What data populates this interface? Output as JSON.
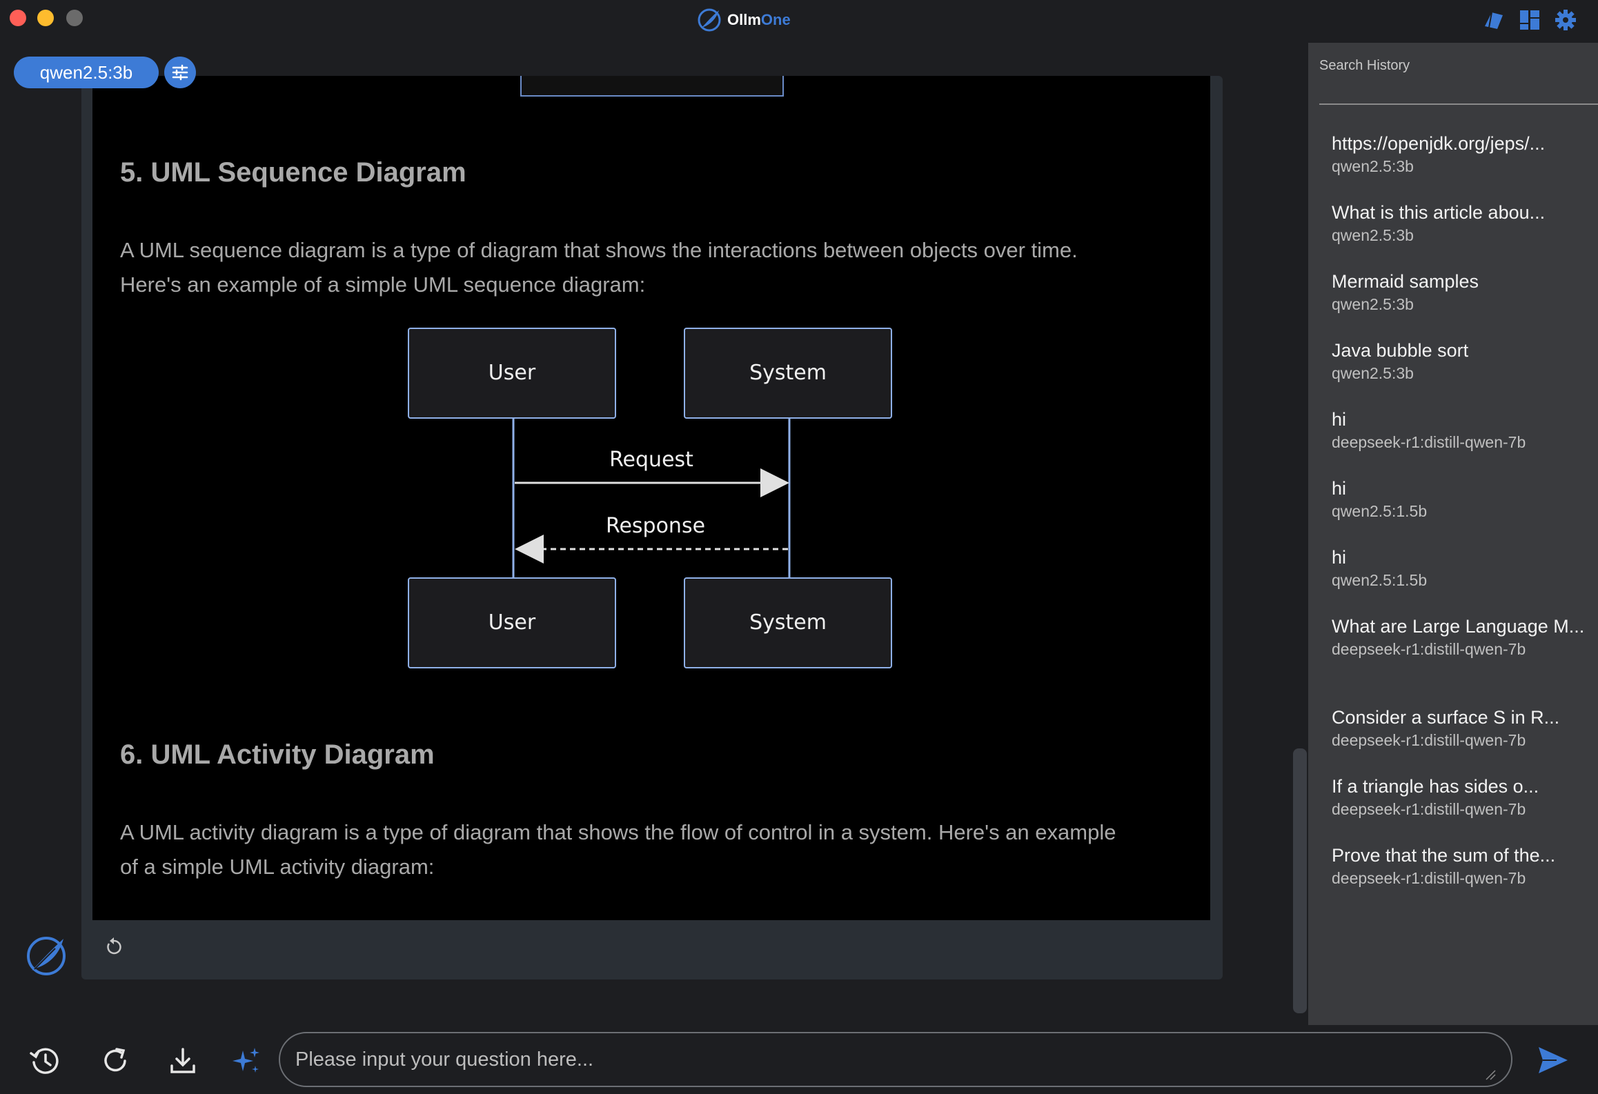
{
  "app": {
    "name_part1": "Ollm",
    "name_part2": "One"
  },
  "model_chip": {
    "label": "qwen2.5:3b"
  },
  "content": {
    "section5": {
      "heading": "5. UML Sequence Diagram",
      "line1": "A UML sequence diagram is a type of diagram that shows the interactions between objects over time.",
      "line2": "Here's an example of a simple UML sequence diagram:"
    },
    "diagram": {
      "top_left": "User",
      "top_right": "System",
      "bottom_left": "User",
      "bottom_right": "System",
      "request": "Request",
      "response": "Response"
    },
    "section6": {
      "heading": "6. UML Activity Diagram",
      "line1": "A UML activity diagram is a type of diagram that shows the flow of control in a system. Here's an example",
      "line2": "of a simple UML activity diagram:"
    }
  },
  "sidebar": {
    "search_label": "Search History",
    "items": [
      {
        "title": "https://openjdk.org/jeps/...",
        "model": "qwen2.5:3b"
      },
      {
        "title": "What is this article abou...",
        "model": "qwen2.5:3b"
      },
      {
        "title": "Mermaid samples",
        "model": "qwen2.5:3b"
      },
      {
        "title": "Java bubble sort",
        "model": "qwen2.5:3b"
      },
      {
        "title": "hi",
        "model": "deepseek-r1:distill-qwen-7b"
      },
      {
        "title": "hi",
        "model": "qwen2.5:1.5b"
      },
      {
        "title": "hi",
        "model": "qwen2.5:1.5b"
      },
      {
        "title": "What are Large Language M...",
        "model": "deepseek-r1:distill-qwen-7b"
      },
      {
        "title": "Consider a surface S in R...",
        "model": "deepseek-r1:distill-qwen-7b"
      },
      {
        "title": "If a triangle has sides o...",
        "model": "deepseek-r1:distill-qwen-7b"
      },
      {
        "title": "Prove that the sum of the...",
        "model": "deepseek-r1:distill-qwen-7b"
      }
    ]
  },
  "input": {
    "placeholder": "Please input your question here..."
  },
  "colors": {
    "accent": "#3d7bd6",
    "background": "#1d1e21",
    "sidebar": "#3a3b3e"
  },
  "icons": [
    "window-icon",
    "layout-icon",
    "gear-icon",
    "tune-icon",
    "retry-icon",
    "history-icon",
    "refresh-icon",
    "download-icon",
    "sparkle-icon",
    "send-icon"
  ]
}
